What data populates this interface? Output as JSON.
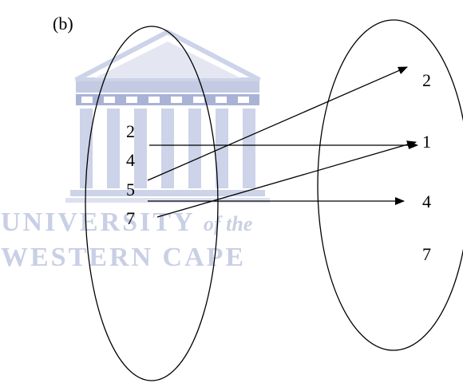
{
  "panel_label": "(b)",
  "domain_set": {
    "elements": [
      "2",
      "4",
      "5",
      "7"
    ]
  },
  "codomain_set": {
    "elements": [
      "2",
      "1",
      "4",
      "7"
    ]
  },
  "mapping": [
    {
      "from": "2",
      "to": "1"
    },
    {
      "from": "5",
      "to": "2"
    },
    {
      "from": "7",
      "to": "1"
    },
    {
      "from": "5",
      "to": "4"
    }
  ],
  "watermark": {
    "line1": "UNIVERSITY",
    "line1_suffix": "of the",
    "line2": "WESTERN CAPE",
    "color": "#c9cfe4"
  },
  "colors": {
    "ink": "#000000",
    "watermark_building": "#cdd3e8",
    "watermark_dark": "#aab3d6"
  }
}
